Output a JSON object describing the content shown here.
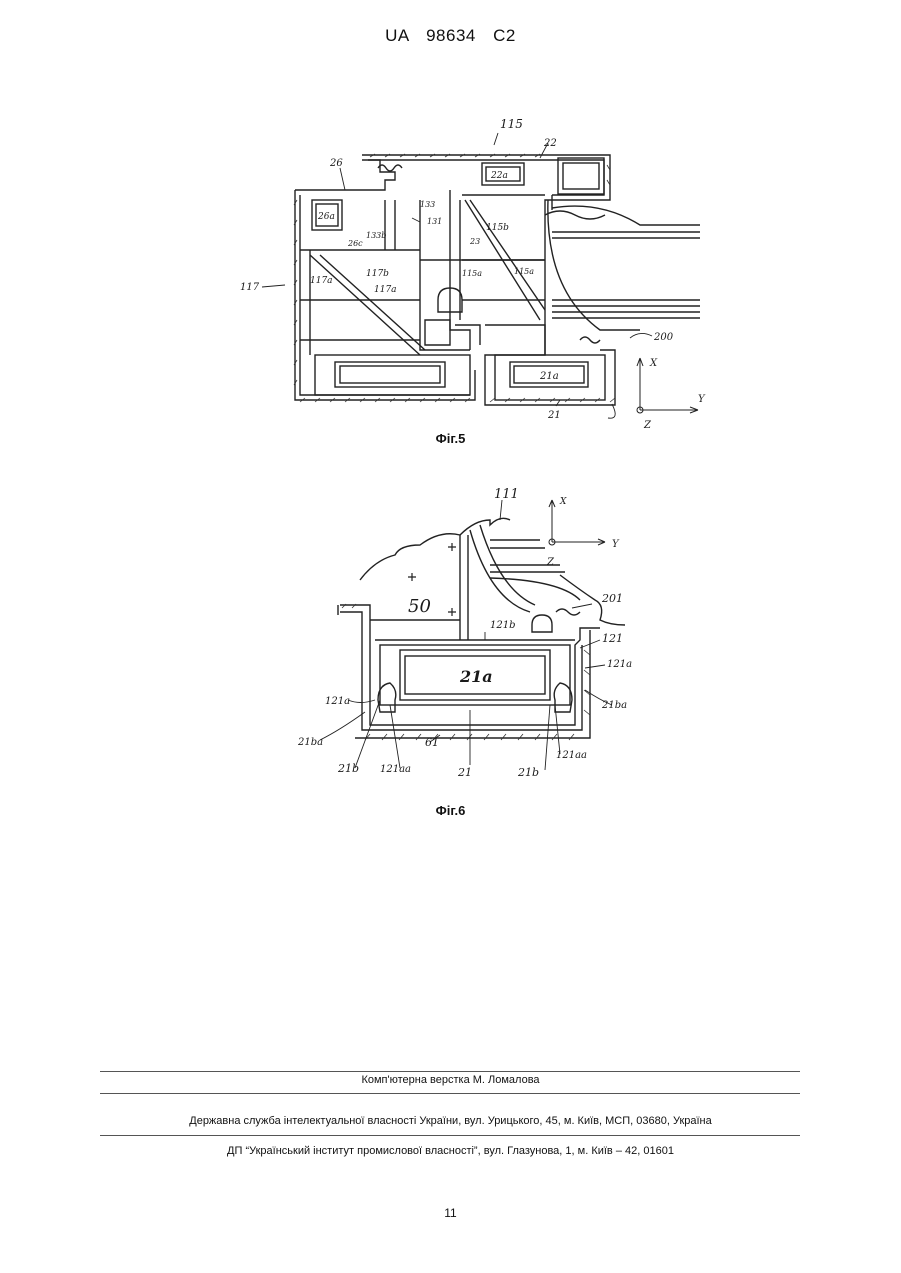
{
  "header": {
    "country": "UA",
    "number": "98634",
    "kind": "C2"
  },
  "figure5": {
    "caption": "Фіг.5",
    "labels": {
      "l115": "115",
      "l22": "22",
      "l22a": "22a",
      "l26": "26",
      "l26a": "26a",
      "l133": "133",
      "l131": "131",
      "l115b": "115b",
      "l26c": "26c",
      "l133b": "133b",
      "l23": "23",
      "l117": "117",
      "l117a": "117a",
      "l117b": "117b",
      "l117a2": "117a",
      "l115a": "115a",
      "l115a2": "115a",
      "l200": "200",
      "l21a": "21a",
      "l21": "21",
      "axis_x": "X",
      "axis_y": "Y",
      "axis_z": "Z"
    }
  },
  "figure6": {
    "caption": "Фіг.6",
    "labels": {
      "l111": "111",
      "axis_x": "X",
      "axis_y": "Y",
      "axis_z": "Z",
      "l201": "201",
      "l50": "50",
      "l121b": "121b",
      "l121": "121",
      "l121a_r": "121a",
      "l21a": "21a",
      "l121a_l": "121a",
      "l21ba_r": "21ba",
      "l21ba_l": "21ba",
      "l61": "61",
      "l21b_l": "21b",
      "l121aa_l": "121aa",
      "l21": "21",
      "l21b_r": "21b",
      "l121aa_r": "121aa"
    }
  },
  "footer": {
    "layout": "Комп'ютерна верстка М. Ломалова",
    "office": "Державна служба інтелектуальної власності України, вул. Урицького, 45, м. Київ, МСП, 03680, Україна",
    "institute": "ДП “Український інститут промислової власності”, вул. Глазунова, 1, м. Київ – 42, 01601"
  },
  "page_number": "11"
}
